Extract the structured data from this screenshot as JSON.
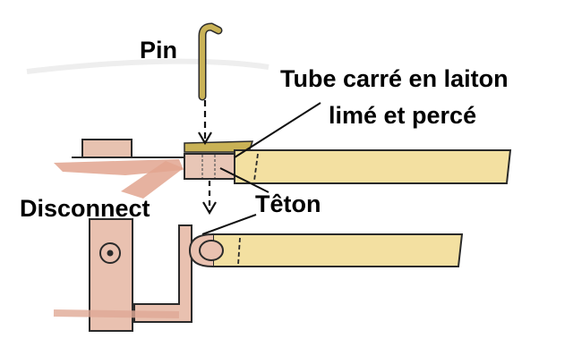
{
  "labels": {
    "pin": "Pin",
    "tube_line1": "Tube carré en laiton",
    "tube_line2": "limé et percé",
    "disconnect": "Disconnect",
    "teton": "Têton"
  },
  "colors": {
    "wood": "#f4e2a3",
    "wood_stroke": "#4a3a22",
    "pink": "#e9c1b0",
    "pink_dark": "#d9a08c",
    "brass": "#c9b256",
    "outline": "#222222"
  }
}
